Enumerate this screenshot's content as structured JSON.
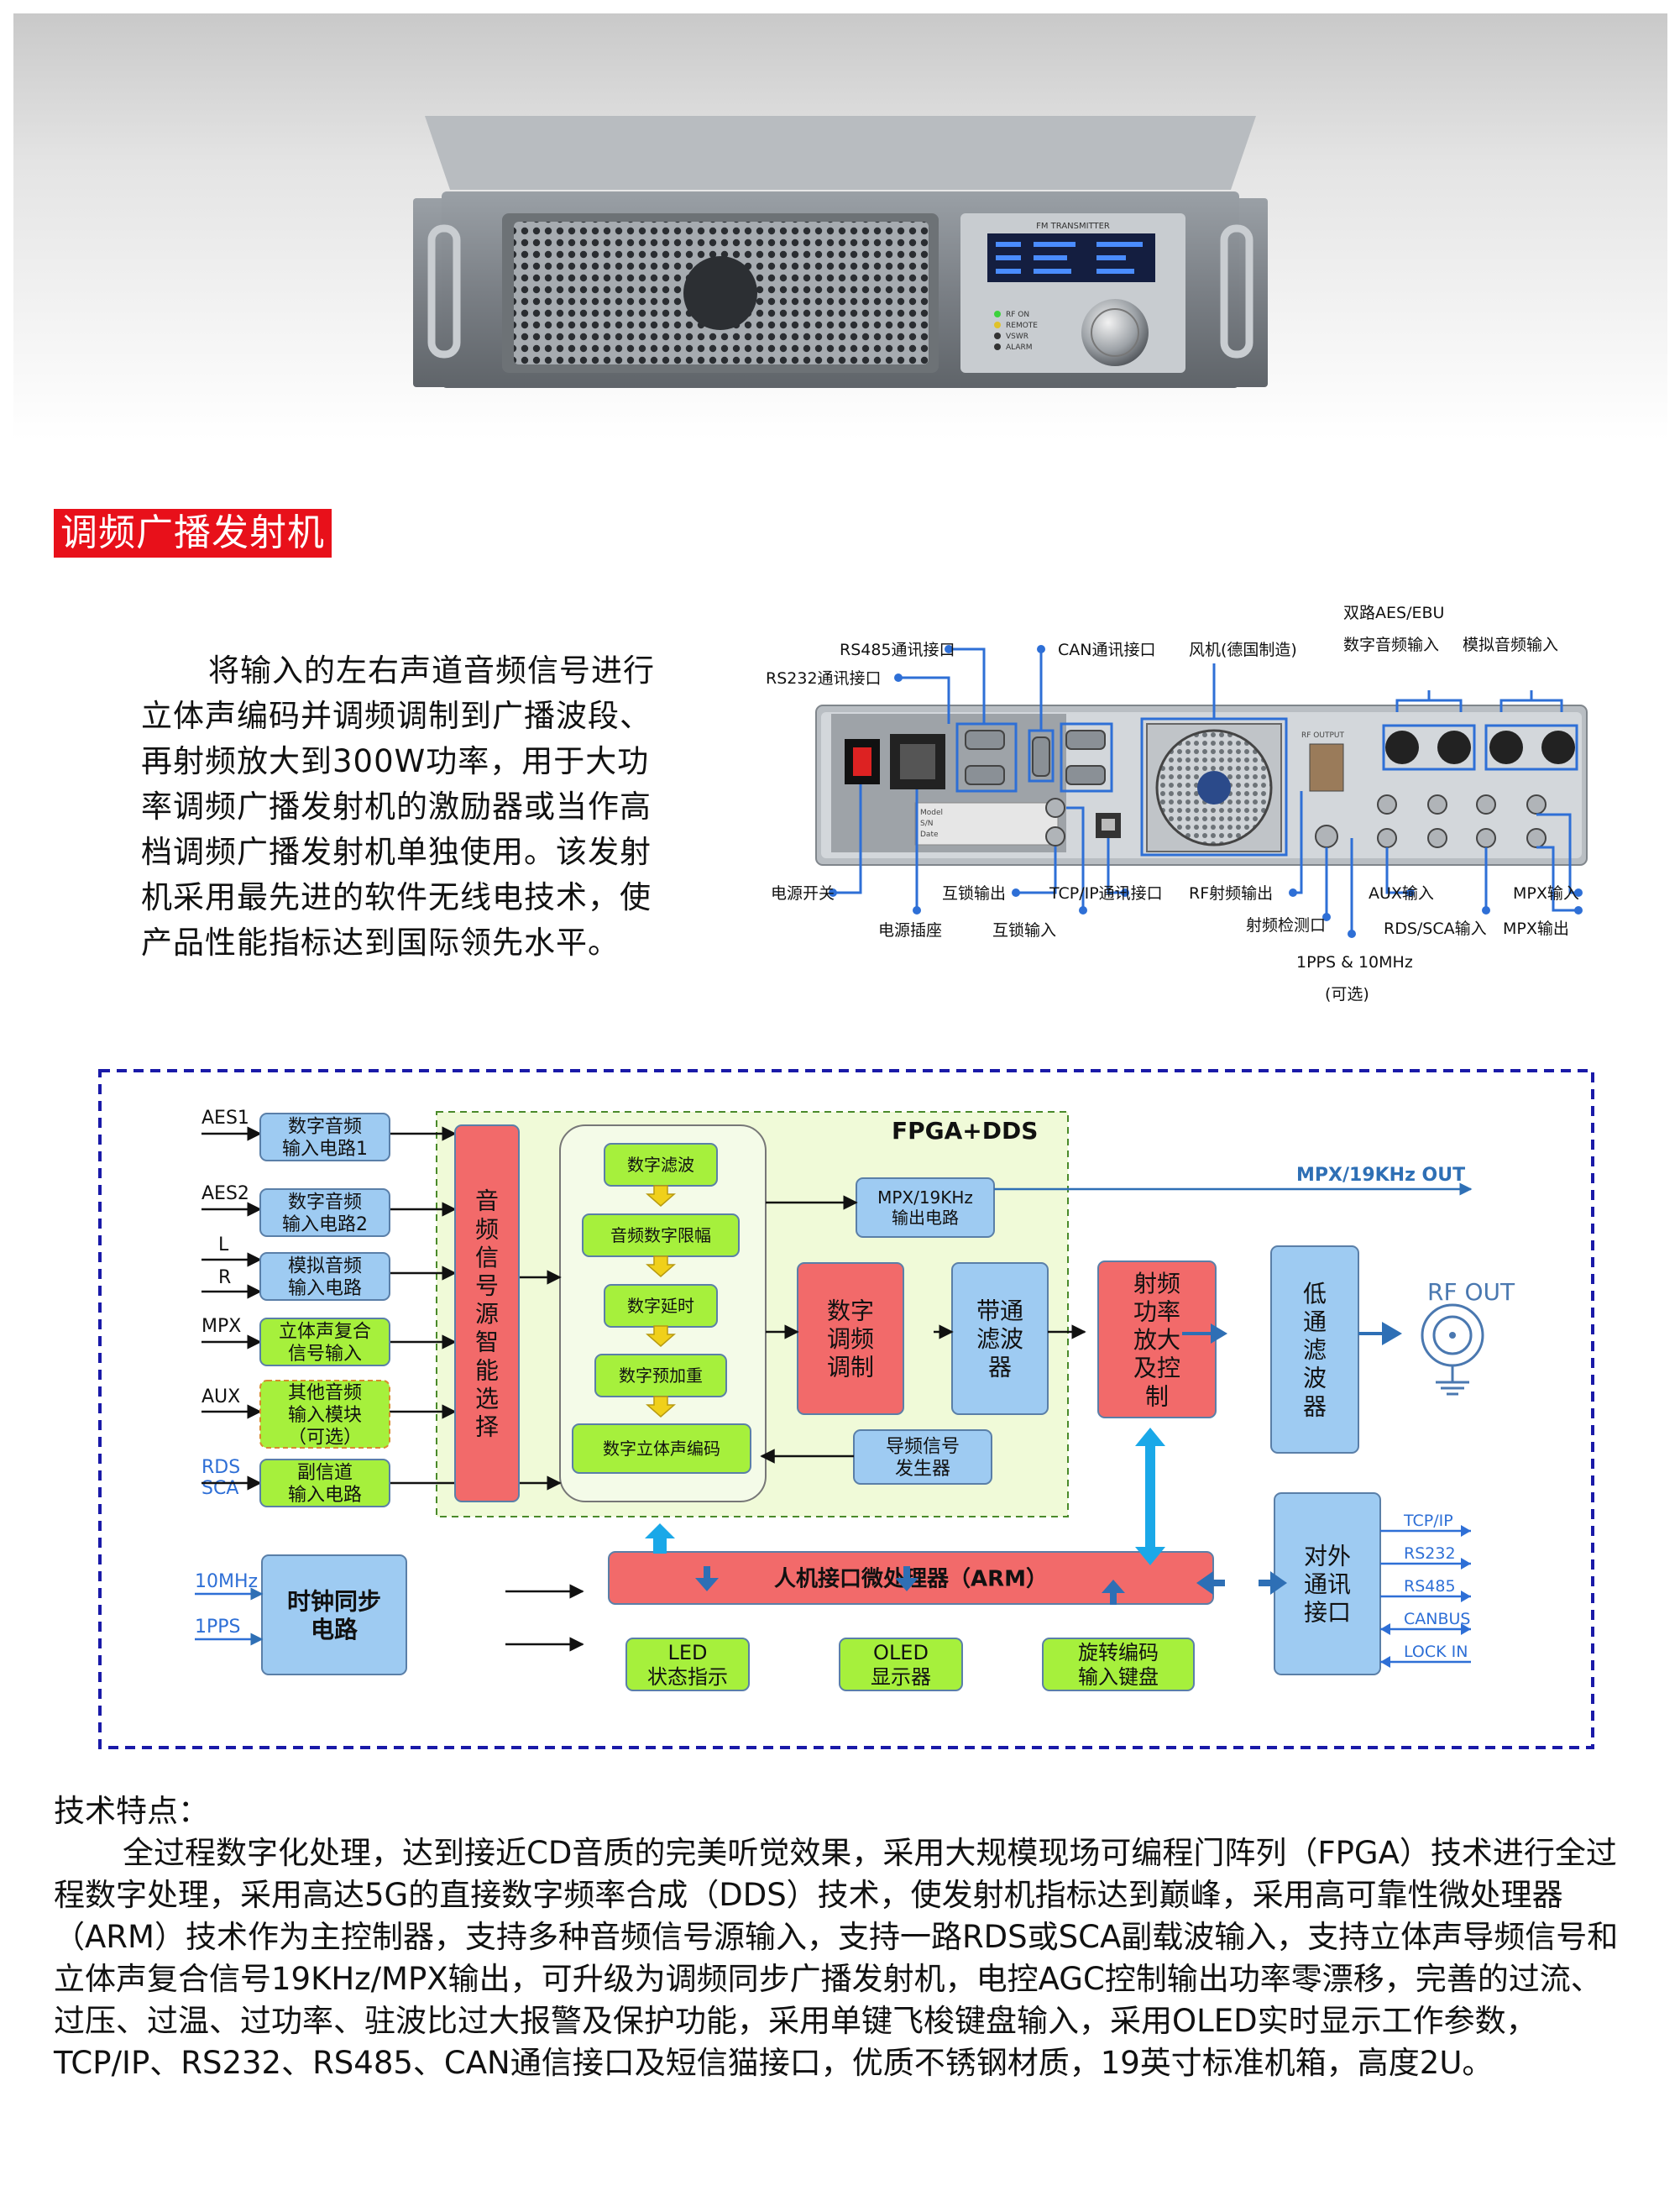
{
  "product": {
    "front_panel_label": "FM TRANSMITTER",
    "indicators": [
      "RF ON",
      "REMOTE",
      "VSWR",
      "ALARM"
    ],
    "title": "调频广播发射机",
    "intro": "将输入的左右声道音频信号进行立体声编码并调频调制到广播波段、再射频放大到300W功率，用于大功率调频广播发射机的激励器或当作高档调频广播发射机单独使用。该发射机采用最先进的软件无线电技术，使产品性能指标达到国际领先水平。"
  },
  "rear_panel": {
    "labels": {
      "rs485": "RS485通讯接口",
      "rs232": "RS232通讯接口",
      "can": "CAN通讯接口",
      "fan": "风机(德国制造)",
      "aes_title": "双路AES/EBU",
      "aes": "数字音频输入",
      "analog": "模拟音频输入",
      "power_switch": "电源开关",
      "power_socket": "电源插座",
      "lock_out": "互锁输出",
      "lock_in": "互锁输入",
      "tcpip": "TCP/IP通讯接口",
      "rf_out": "RF射频输出",
      "rf_detect": "射频检测口",
      "pps": "1PPS & 10MHz",
      "optional": "(可选)",
      "aux_in": "AUX输入",
      "rds_in": "RDS/SCA输入",
      "mpx_in": "MPX输入",
      "mpx_out": "MPX输出"
    },
    "plate_labels": [
      "Model",
      "S/N",
      "Date"
    ],
    "rf_output_mark": "RF OUTPUT"
  },
  "block_diagram": {
    "fpga_label": "FPGA+DDS",
    "inputs": [
      "AES1",
      "AES2",
      "L",
      "R",
      "MPX",
      "AUX",
      "RDS",
      "SCA"
    ],
    "blocks": {
      "aes1": "数字音频|输入电路1",
      "aes2": "数字音频|输入电路2",
      "analog": "模拟音频|输入电路",
      "stereo": "立体声复合|信号输入",
      "other": "其他音频|输入模块|（可选）",
      "sub": "副信道|输入电路",
      "selector": "音|频|信|号|源|智|能|选|择",
      "filter": "数字滤波",
      "limiter": "音频数字限幅",
      "delay": "数字延时",
      "preemph": "数字预加重",
      "stereo_enc": "数字立体声编码",
      "mpx_out": "MPX/19KHz|输出电路",
      "pilot": "导频信号|发生器",
      "modulator": "数字|调频|调制",
      "bandpass": "带通|滤波|器",
      "rf_amp": "射频|功率|放大|及控|制",
      "lowpass": "低|通|滤|波|器",
      "clock": "时钟同步|电路",
      "arm": "人机接口微处理器（ARM）",
      "led": "LED|状态指示",
      "oled": "OLED|显示器",
      "encoder": "旋转编码|输入键盘",
      "comm": "对外|通讯|接口"
    },
    "clock_inputs": [
      "10MHz",
      "1PPS"
    ],
    "mpx_out_label": "MPX/19KHz OUT",
    "rf_out_label": "RF OUT",
    "comm_ports": [
      "TCP/IP",
      "RS232",
      "RS485",
      "CANBUS",
      "LOCK IN"
    ]
  },
  "features": {
    "heading": "技术特点：",
    "body": "全过程数字化处理，达到接近CD音质的完美听觉效果，采用大规模现场可编程门阵列（FPGA）技术进行全过程数字处理，采用高达5G的直接数字频率合成（DDS）技术，使发射机指标达到巅峰，采用高可靠性微处理器（ARM）技术作为主控制器，支持多种音频信号源输入，支持一路RDS或SCA副载波输入，支持立体声导频信号和立体声复合信号19KHz/MPX输出，可升级为调频同步广播发射机，电控AGC控制输出功率零漂移，完善的过流、过压、过温、过功率、驻波比过大报警及保护功能，采用单键飞梭键盘输入，采用OLED实时显示工作参数，TCP/IP、RS232、RS485、CAN通信接口及短信猫接口，优质不锈钢材质，19英寸标准机箱，高度2U。"
  },
  "colors": {
    "title_bg": "#e8101a",
    "block_blue": "#9ecbf2",
    "block_green": "#a6f03c",
    "block_red": "#f26a6a",
    "fpga_bg": "#f0fad8",
    "dash_border": "#1a1aa8",
    "callout_blue": "#2e6fd6"
  }
}
